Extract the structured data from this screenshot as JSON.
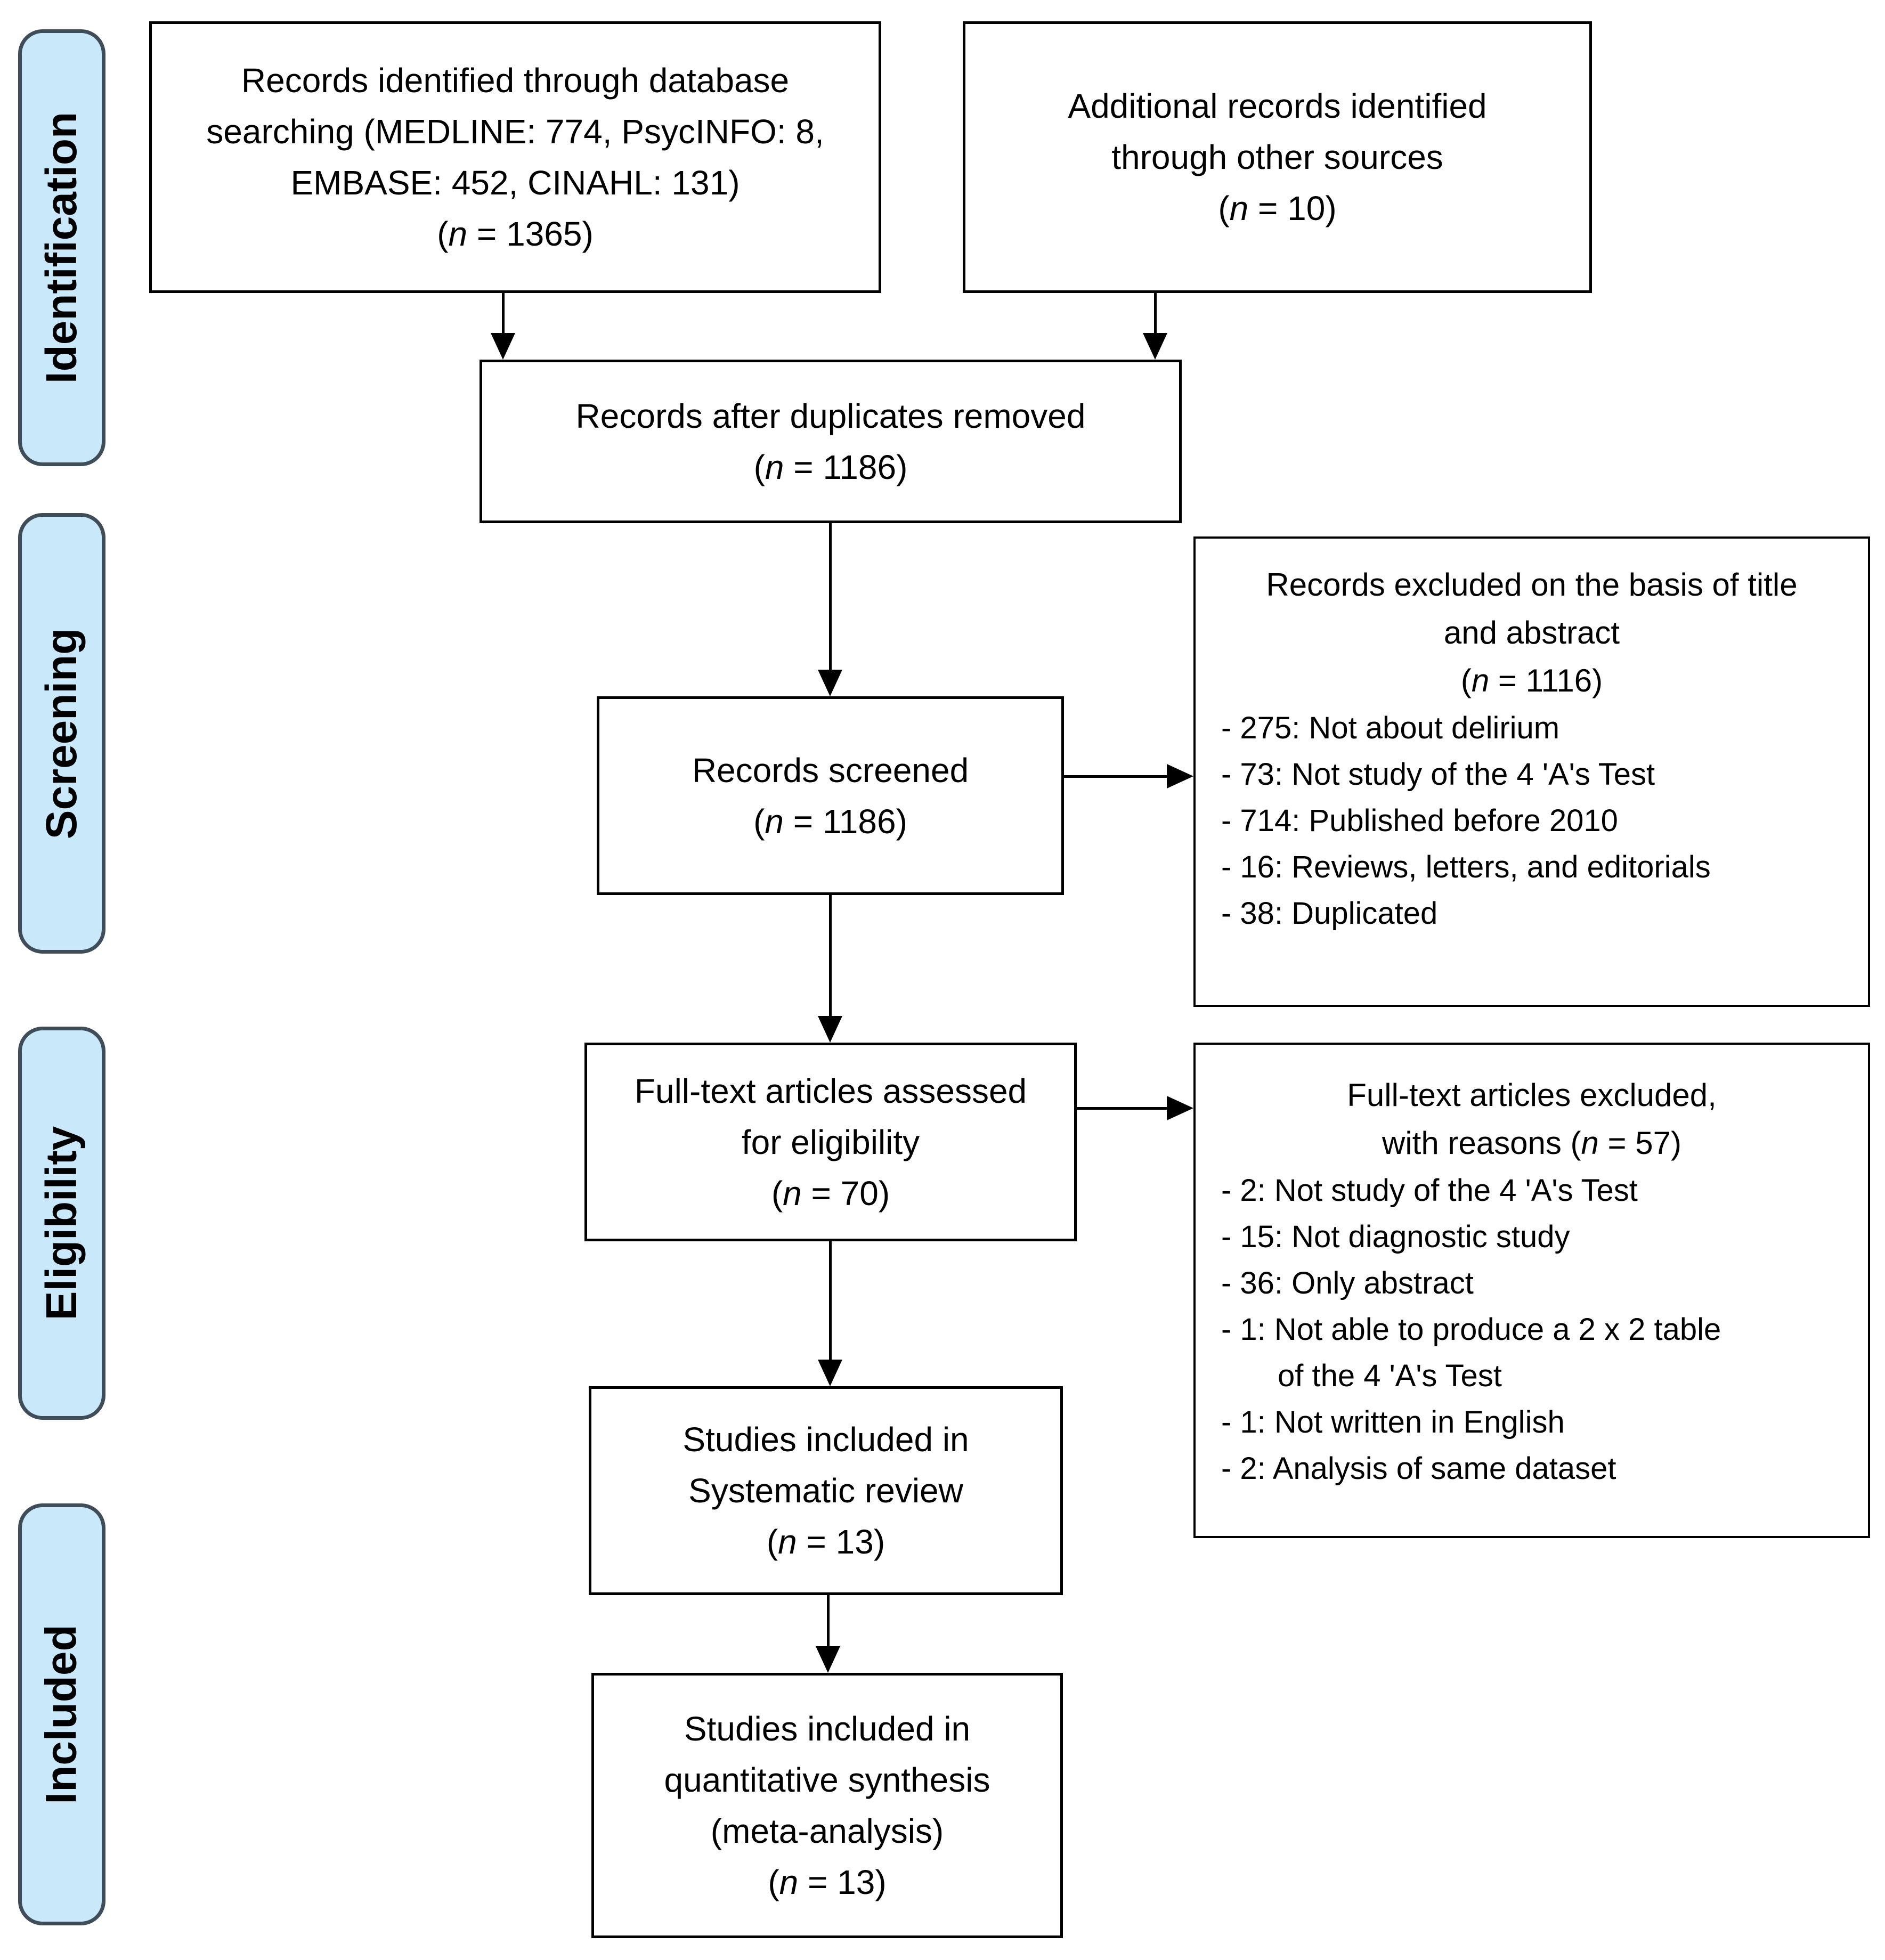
{
  "figure": {
    "background": "#ffffff",
    "line_color": "#000000",
    "text_color": "#000000"
  },
  "sidebar": {
    "fill": "#c9e8f9",
    "border_color": "#3e4d57",
    "stages": [
      {
        "label": "Identification"
      },
      {
        "label": "Screening"
      },
      {
        "label": "Eligibility"
      },
      {
        "label": "Included"
      }
    ]
  },
  "boxes": {
    "identified": {
      "lines": [
        "Records identified through database",
        "searching (MEDLINE: 774, PsycINFO: 8,",
        "EMBASE: 452, CINAHL: 131)",
        "(n = 1365)"
      ]
    },
    "additional": {
      "lines": [
        "Additional records identified",
        "through other sources",
        "(n = 10)"
      ]
    },
    "duplicates": {
      "lines": [
        "Records after duplicates removed",
        "(n = 1186)"
      ]
    },
    "screened": {
      "lines": [
        "Records screened",
        "(n = 1186)"
      ]
    },
    "excluded_title_abstract": {
      "title_lines": [
        "Records excluded on the basis of title",
        "and abstract",
        "(n = 1116)"
      ],
      "reasons": [
        "- 275: Not about delirium",
        "- 73: Not study of the 4 'A's Test",
        "- 714: Published before 2010",
        "- 16: Reviews, letters, and editorials",
        "- 38: Duplicated"
      ]
    },
    "fulltext": {
      "lines": [
        "Full-text articles assessed",
        "for eligibility",
        "(n = 70)"
      ]
    },
    "excluded_fulltext": {
      "title_lines": [
        "Full-text articles excluded,",
        "with reasons (n = 57)"
      ],
      "reasons": [
        "- 2: Not study of the 4 'A's Test",
        "- 15: Not diagnostic study",
        "- 36: Only abstract",
        "- 1: Not able to produce a 2 x 2 table",
        "of the 4 'A's Test",
        "- 1: Not written in English",
        "- 2: Analysis of same dataset"
      ]
    },
    "systematic": {
      "lines": [
        "Studies included in",
        "Systematic review",
        "(n = 13)"
      ]
    },
    "meta": {
      "lines": [
        "Studies included in",
        "quantitative synthesis",
        "(meta-analysis)",
        "(n = 13)"
      ]
    }
  }
}
